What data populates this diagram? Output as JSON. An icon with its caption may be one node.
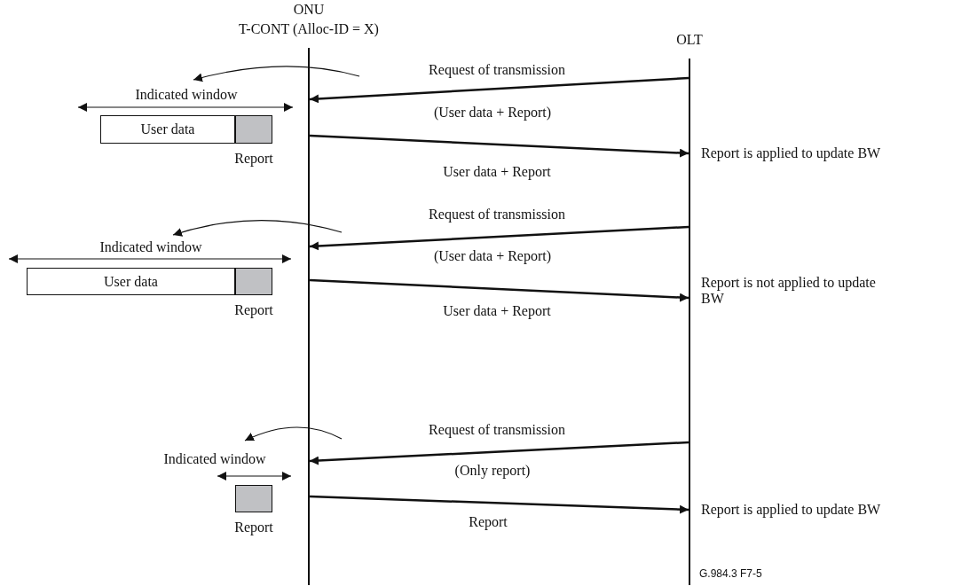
{
  "diagram": {
    "nodes": [
      {
        "text": [
          "ONU",
          "T-CONT (Alloc-ID = X)"
        ]
      },
      {
        "text": [
          "OLT"
        ]
      },
      {
        "text": [
          "User data"
        ]
      },
      {
        "text": [],
        "shape": "box",
        "beside": [
          "Report"
        ]
      },
      {
        "text": [
          "User data"
        ]
      },
      {
        "text": [],
        "shape": "box",
        "beside": [
          "Report"
        ]
      },
      {
        "text": [],
        "shape": "box",
        "beside": [
          "Report"
        ]
      }
    ],
    "edges": [
      {
        "from": 1,
        "to": 0,
        "arrow": "to",
        "label": "Request of transmission"
      },
      {
        "from": 0,
        "to": 1,
        "arrow": "to",
        "label": "User data + Report"
      },
      {
        "from": 1,
        "to": 0,
        "arrow": "to",
        "label": "Request of transmission"
      },
      {
        "from": 0,
        "to": 1,
        "arrow": "to",
        "label": "User data + Report"
      },
      {
        "from": 1,
        "to": 0,
        "arrow": "to",
        "label": "Request of transmission"
      },
      {
        "from": 0,
        "to": 1,
        "arrow": "to",
        "label": "Report"
      }
    ],
    "labels": [
      "Indicated window",
      "(User data + Report)",
      "Report is applied to update BW",
      "Indicated window",
      "(User data + Report)",
      "Report is not applied to update BW",
      "Indicated window",
      "(Only report)",
      "Report is applied to update BW",
      "G.984.3 F7-5"
    ]
  }
}
